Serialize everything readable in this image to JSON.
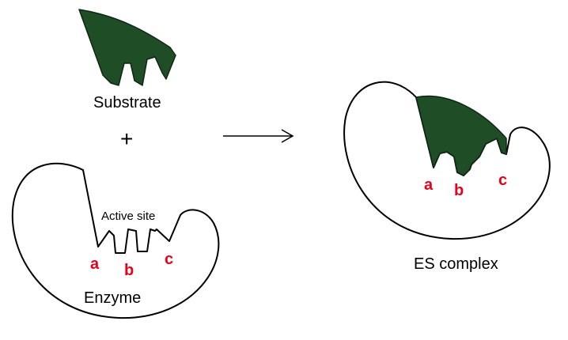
{
  "labels": {
    "substrate": "Substrate",
    "plus": "+",
    "active_site": "Active site",
    "enzyme": "Enzyme",
    "es_complex": "ES complex"
  },
  "sites": {
    "enzyme": [
      "a",
      "b",
      "c"
    ],
    "complex": [
      "a",
      "b",
      "c"
    ]
  },
  "colors": {
    "substrate": "#1e4d26",
    "site_label": "#e8001c",
    "outline": "#000000"
  }
}
